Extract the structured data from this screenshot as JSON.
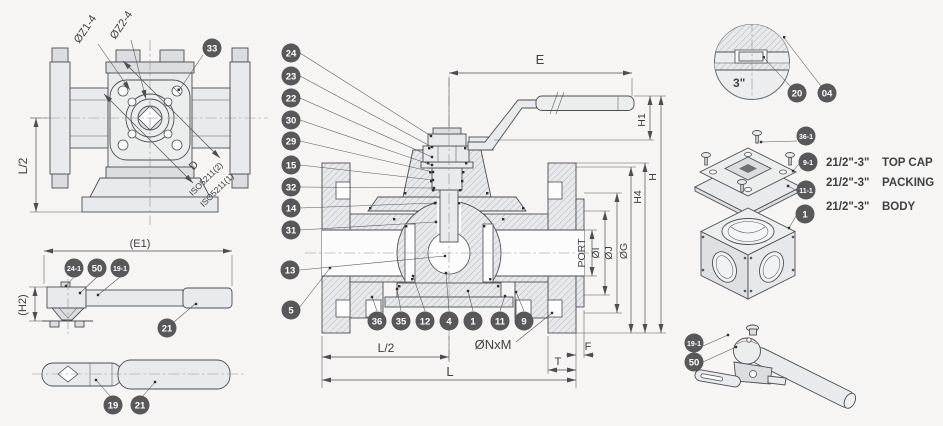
{
  "title": "3-way flanged ball valve engineering drawing",
  "colors": {
    "background": "#f6f5f3",
    "line": "#4d4e52",
    "callout_bg": "#58585b",
    "callout_text": "#ffffff",
    "metal_fill": "#e9eaed",
    "hatch": "#9fa0a6"
  },
  "labels": {
    "z1": "ØZ1-4",
    "z2": "ØZ2-4",
    "l2_top": "L/2",
    "d": "D",
    "iso2": "ISO5211(2)",
    "iso1": "ISO5211(1)",
    "e1": "(E1)",
    "h2": "(H2)",
    "e": "E",
    "h1": "H1",
    "h": "H",
    "h4": "H4",
    "port": "PORT",
    "oi": "ØI",
    "oj": "ØJ",
    "og": "ØG",
    "onxm": "ØNxM",
    "l2": "L/2",
    "l": "L",
    "t": "T",
    "f": "F",
    "detail_size": "3\""
  },
  "callouts": {
    "top": [
      "33"
    ],
    "main": [
      "24",
      "23",
      "22",
      "30",
      "29",
      "15",
      "32",
      "14",
      "31",
      "13",
      "5",
      "36",
      "35",
      "12",
      "4",
      "1",
      "11",
      "9"
    ],
    "side": [
      "24-1",
      "50",
      "19-1",
      "21"
    ],
    "htop": [
      "19",
      "21"
    ],
    "detail": [
      "20",
      "04"
    ],
    "exploded": [
      "36-1",
      "9-1",
      "11-1",
      "1"
    ],
    "hiso": [
      "19-1",
      "50"
    ]
  },
  "exploded_parts": [
    {
      "size": "21/2\"-3\"",
      "name": "TOP CAP"
    },
    {
      "size": "21/2\"-3\"",
      "name": "PACKING"
    },
    {
      "size": "21/2\"-3\"",
      "name": "BODY"
    }
  ]
}
